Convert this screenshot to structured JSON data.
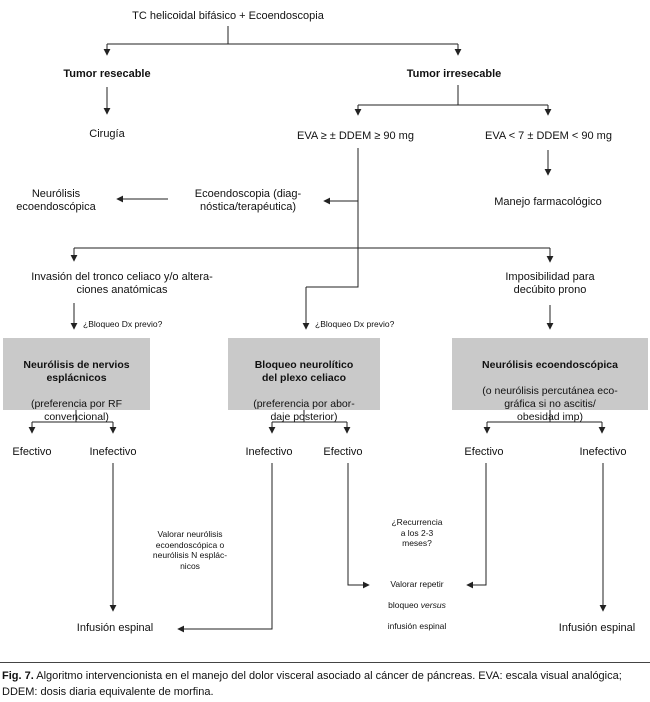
{
  "figure": {
    "nodes": {
      "root": "TC helicoidal bifásico + Ecoendoscopia",
      "tumor_resecable": "Tumor resecable",
      "tumor_irresecable": "Tumor irresecable",
      "cirugia": "Cirugía",
      "eva_alta": "EVA ≥ ± DDEM ≥ 90 mg",
      "eva_baja": "EVA < 7 ± DDEM < 90 mg",
      "manejo_farmacologico": "Manejo farmacológico",
      "ecoendoscopia": "Ecoendoscopia (diag-\nnóstica/terapéutica)",
      "neurolisis_ecoendoscopica": "Neurólisis\necoendoscópica",
      "invasion_tronco": "Invasión del tronco celiaco y/o altera-\nciones anatómicas",
      "imposibilidad_decubito": "Imposibilidad para\ndecúbito prono",
      "bloqueo_dx_izquierda": "¿Bloqueo Dx previo?",
      "bloqueo_dx_centro": "¿Bloqueo Dx previo?",
      "box_esplacnicos_titulo": "Neurólisis de nervios\nesplácnicos",
      "box_esplacnicos_sub": "(preferencia por RF\nconvencional)",
      "box_plexo_titulo": "Bloqueo neurolítico\ndel plexo celiaco",
      "box_plexo_sub": "(preferencia por abor-\ndaje posterior)",
      "box_eco_titulo": "Neurólisis ecoendoscópica",
      "box_eco_sub": "(o neurólisis percutánea eco-\ngráfica si no ascitis/\nobesidad imp)",
      "efectivo_1": "Efectivo",
      "inefectivo_1": "Inefectivo",
      "inefectivo_2": "Inefectivo",
      "efectivo_2": "Efectivo",
      "efectivo_3": "Efectivo",
      "inefectivo_3": "Inefectivo",
      "valorar_neurolisis": "Valorar neurólisis\necoendoscópica o\nneurólisis N esplác-\nnicos",
      "recurrencia": "¿Recurrencia\na los 2-3\nmeses?",
      "valorar_repetir_l1": "Valorar repetir",
      "valorar_repetir_l2_pre": "bloqueo ",
      "valorar_repetir_l2_em": "versus",
      "valorar_repetir_l3": "infusión espinal",
      "infusion_izquierda": "Infusión espinal",
      "infusion_derecha": "Infusión espinal"
    },
    "caption": {
      "label": "Fig. 7.",
      "text": "Algoritmo intervencionista en el manejo del dolor visceral asociado al cáncer de páncreas. EVA: escala visual analógica; DDEM: dosis diaria equivalente de morfina."
    },
    "colors": {
      "box_fill": "#c9c9c9",
      "line": "#222222",
      "background": "#ffffff"
    }
  }
}
